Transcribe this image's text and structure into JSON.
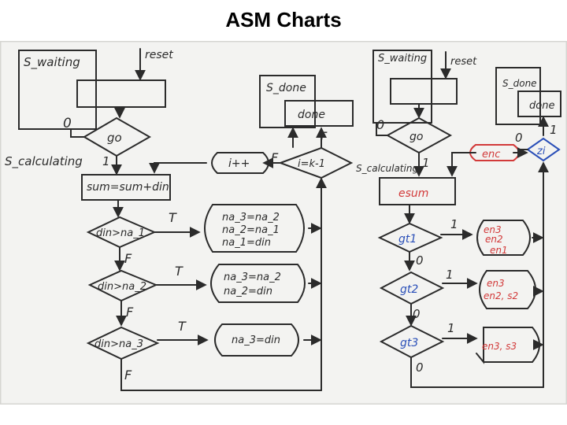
{
  "slide": {
    "title": "ASM Charts"
  },
  "colors": {
    "pen": "#2b2b2b",
    "red": "#d23a3a",
    "blue": "#2a4fb8",
    "board": "#f3f3f1"
  },
  "left_chart": {
    "state_waiting": "S_waiting",
    "reset": "reset",
    "go": "go",
    "zero": "0",
    "state_done": "S_done",
    "done": "done",
    "state_calculating": "S_calculating",
    "one": "1",
    "iplus": "i++",
    "false_label": "F",
    "true_label": "T",
    "cond_i": "i=k-1",
    "sum_box": "sum=sum+din",
    "cond_1": "din>na_1",
    "cond_2": "din>na_2",
    "cond_3": "din>na_3",
    "out1_line1": "na_3=na_2",
    "out1_line2": "na_2=na_1",
    "out1_line3": "na_1=din",
    "out2_line1": "na_3=na_2",
    "out2_line2": "na_2=din",
    "out3_line1": "na_3=din"
  },
  "right_chart": {
    "state_waiting": "S_waiting",
    "reset": "reset",
    "go": "go",
    "zero": "0",
    "state_done": "S_done",
    "done": "done",
    "enc": "enc",
    "zi": "zi",
    "one": "1",
    "state_calculating": "S_calculating",
    "esum": "esum",
    "gt1": "gt1",
    "gt2": "gt2",
    "gt3": "gt3",
    "o1_l1": "en3",
    "o1_l2": "en2",
    "o1_l3": "en1",
    "o2_l1": "en3",
    "o2_l2": "en2, s2",
    "o3_l1": "en3, s3"
  }
}
